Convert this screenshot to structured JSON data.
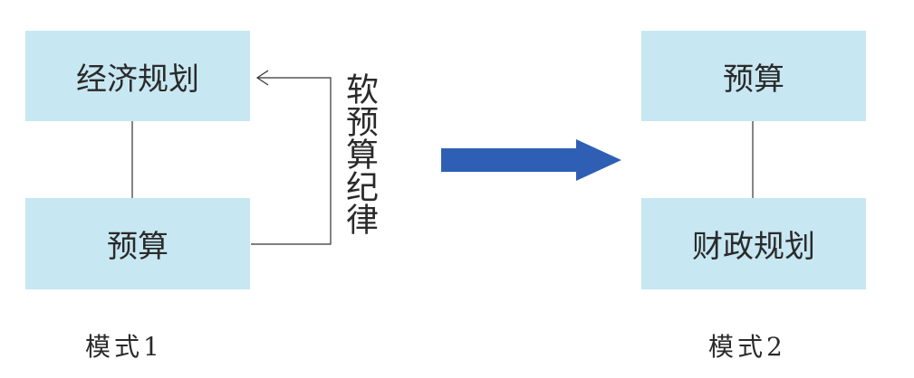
{
  "colors": {
    "box_fill": "#c7e7f2",
    "connector": "#333333",
    "arrow": "#2f5fb5",
    "text": "#2a2a2a"
  },
  "mode1": {
    "top_box": "经济规划",
    "bottom_box": "预算",
    "feedback_label": "软预算纪律",
    "caption": "模式1"
  },
  "transition": {
    "icon": "right-arrow-icon"
  },
  "mode2": {
    "top_box": "预算",
    "bottom_box": "财政规划",
    "caption": "模式2"
  }
}
